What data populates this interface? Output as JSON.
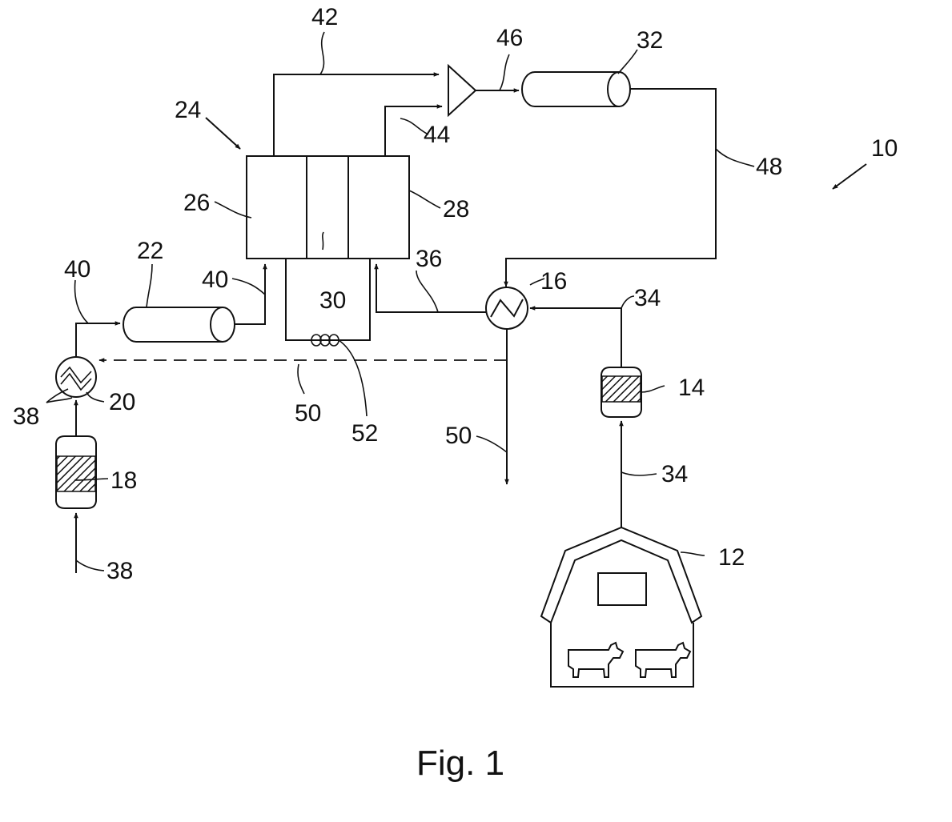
{
  "figure": {
    "caption": "Fig. 1",
    "labels": {
      "system": "10",
      "barn": "12",
      "vessel_14": "14",
      "heat_exchanger_16": "16",
      "vessel_18": "18",
      "heat_exchanger_20": "20",
      "tank_22": "22",
      "cell_stack": "24",
      "compartment_26": "26",
      "compartment_28": "28",
      "compartment_30": "30",
      "tank_32": "32",
      "line_34_upper": "34",
      "line_34_lower": "34",
      "line_36": "36",
      "line_38_upper": "38",
      "line_38_lower": "38",
      "line_40_left": "40",
      "line_40_right": "40",
      "line_42": "42",
      "line_44": "44",
      "line_46": "46",
      "line_48": "48",
      "line_50_dashed": "50",
      "line_50_solid": "50",
      "heater_52": "52"
    }
  },
  "colors": {
    "ink": "#111111",
    "paper": "#ffffff"
  }
}
